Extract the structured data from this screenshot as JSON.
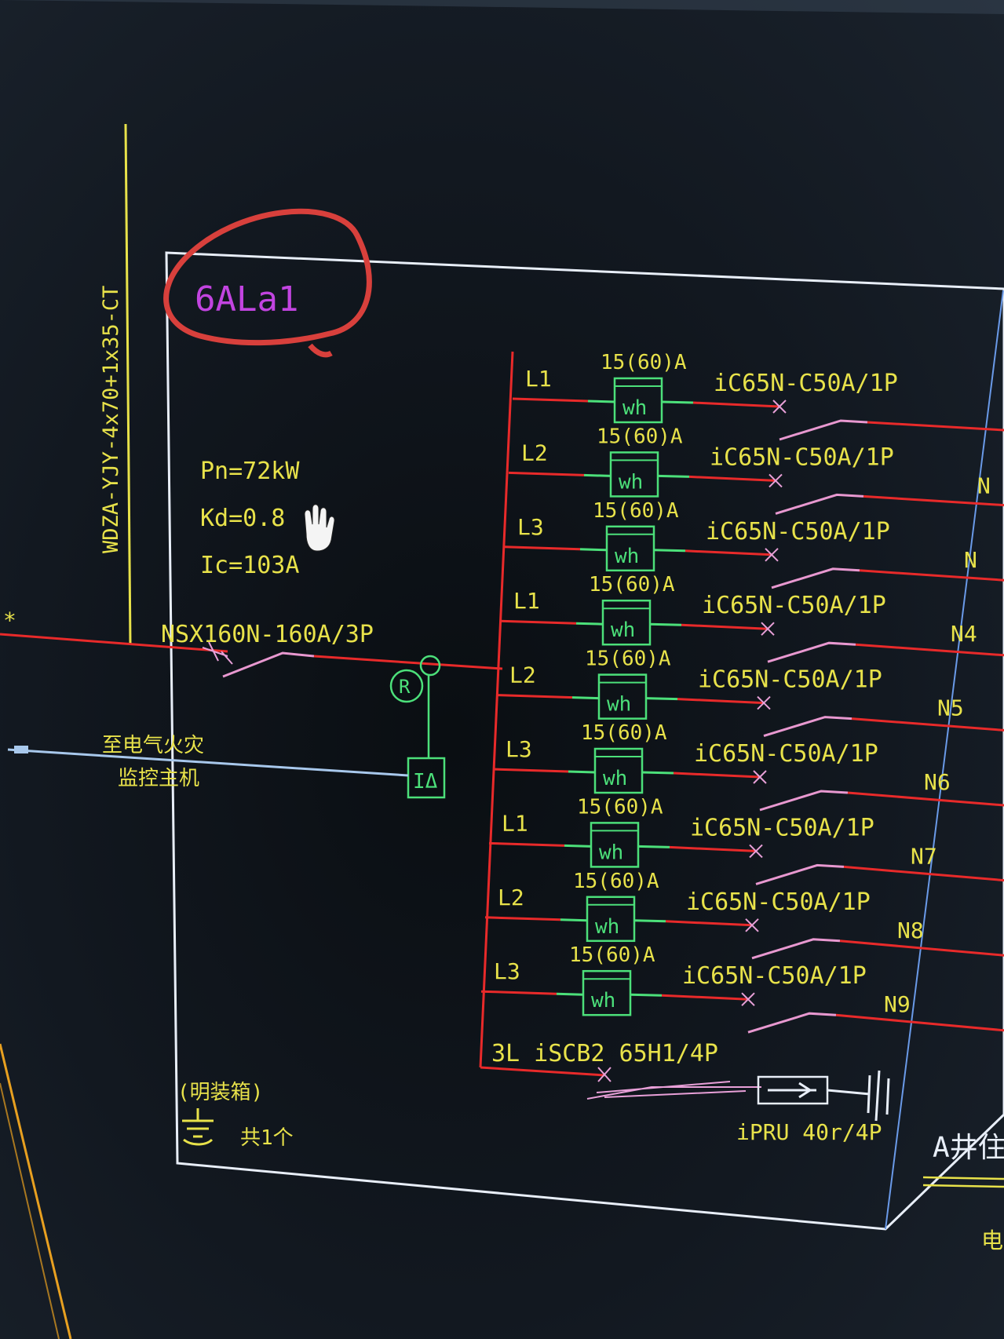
{
  "panel_id": "6ALa1",
  "cable_spec": "WDZA-YJY-4x70+1x35-CT",
  "params": [
    "Pn=72kW",
    "Kd=0.8",
    "Ic=103A"
  ],
  "main_breaker": "NSX160N-160A/3P",
  "rcd_symbol": "R",
  "monitor_symbol": "IΔ",
  "fire_monitor_label": [
    "至电气火灾",
    "监控主机"
  ],
  "install_note": "(明装箱)",
  "count_note": "共1个",
  "spd_breaker": "3L  iSCB2 65H1/4P",
  "spd": "iPRU 40r/4P",
  "right_label": "A井住",
  "bottom_right_label": "电",
  "left_marker": "*",
  "circuits": [
    {
      "phase": "L1",
      "meter": "15(60)A",
      "meter_label": "wh",
      "breaker": "iC65N-C50A/1P",
      "n_label": ""
    },
    {
      "phase": "L2",
      "meter": "15(60)A",
      "meter_label": "wh",
      "breaker": "iC65N-C50A/1P",
      "n_label": "N"
    },
    {
      "phase": "L3",
      "meter": "15(60)A",
      "meter_label": "wh",
      "breaker": "iC65N-C50A/1P",
      "n_label": "N"
    },
    {
      "phase": "L1",
      "meter": "15(60)A",
      "meter_label": "wh",
      "breaker": "iC65N-C50A/1P",
      "n_label": "N4"
    },
    {
      "phase": "L2",
      "meter": "15(60)A",
      "meter_label": "wh",
      "breaker": "iC65N-C50A/1P",
      "n_label": "N5"
    },
    {
      "phase": "L3",
      "meter": "15(60)A",
      "meter_label": "wh",
      "breaker": "iC65N-C50A/1P",
      "n_label": "N6"
    },
    {
      "phase": "L1",
      "meter": "15(60)A",
      "meter_label": "wh",
      "breaker": "iC65N-C50A/1P",
      "n_label": "N7"
    },
    {
      "phase": "L2",
      "meter": "15(60)A",
      "meter_label": "wh",
      "breaker": "iC65N-C50A/1P",
      "n_label": "N8"
    },
    {
      "phase": "L3",
      "meter": "15(60)A",
      "meter_label": "wh",
      "breaker": "iC65N-C50A/1P",
      "n_label": "N9"
    }
  ],
  "colors": {
    "background": "#0c1016",
    "box": "#e8eef8",
    "text": "#e8e24a",
    "panel_id": "#c244e0",
    "wire": "#e82a2a",
    "meter": "#4ce07a",
    "highlight": "#d8403c"
  }
}
